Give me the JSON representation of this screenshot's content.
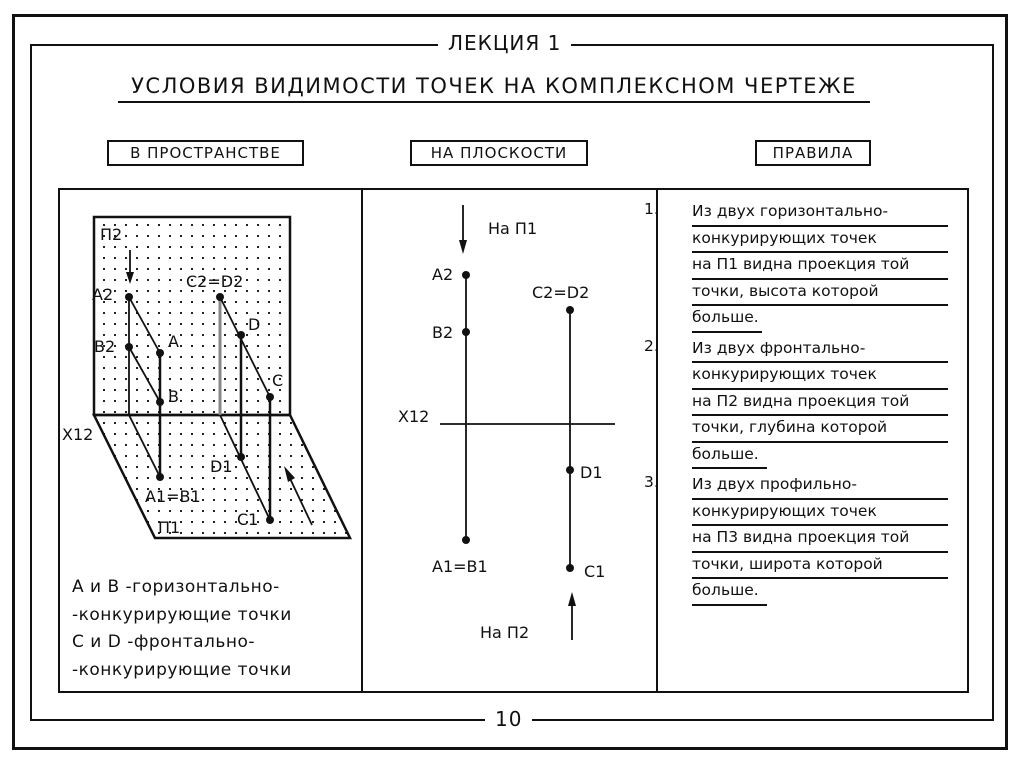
{
  "header": {
    "lecture": "ЛЕКЦИЯ 1",
    "title": "УСЛОВИЯ ВИДИМОСТИ ТОЧЕК НА КОМПЛЕКСНОМ ЧЕРТЕЖЕ"
  },
  "columns": {
    "space": "В ПРОСТРАНСТВЕ",
    "plane": "НА ПЛОСКОСТИ",
    "rules": "ПРАВИЛА"
  },
  "space_diagram": {
    "labels": {
      "p2": "П2",
      "p1": "П1",
      "x12": "X12",
      "a2": "A2",
      "b2": "B2",
      "a": "A",
      "b": "B",
      "c2d2": "C2=D2",
      "d": "D",
      "c": "C",
      "d1": "D1",
      "c1": "C1",
      "a1b1": "A1=B1"
    },
    "caption": [
      "A и B -горизонтально-",
      "-конкурирующие точки",
      "C и D -фронтально-",
      "-конкурирующие точки"
    ]
  },
  "plane_diagram": {
    "labels": {
      "view_p1": "На П1",
      "view_p2": "На П2",
      "x12": "X12",
      "a2": "A2",
      "b2": "B2",
      "a1b1": "A1=B1",
      "c2d2": "C2=D2",
      "d1": "D1",
      "c1": "C1"
    }
  },
  "rules": [
    {
      "num": "1.",
      "lines": [
        "Из двух горизонтально-",
        "конкурирующих точек",
        "на П1 видна проекция той",
        "точки, высота которой",
        "больше."
      ]
    },
    {
      "num": "2.",
      "lines": [
        "Из двух фронтально-",
        "конкурирующих точек",
        "на П2 видна проекция той",
        "точки, глубина которой",
        "больше."
      ]
    },
    {
      "num": "3.",
      "lines": [
        "Из двух профильно-",
        "конкурирующих точек",
        "на П3 видна проекция той",
        "точки, широта которой",
        "больше."
      ]
    }
  ],
  "footer": {
    "page": "10"
  }
}
